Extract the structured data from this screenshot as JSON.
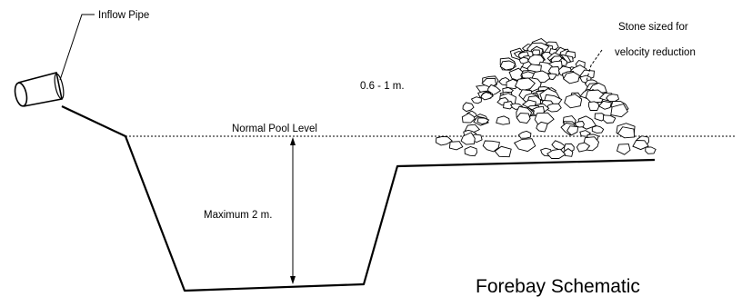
{
  "title": "Forebay Schematic",
  "labels": {
    "inflow_pipe": "Inflow Pipe",
    "normal_pool_level": "Normal Pool Level",
    "maximum_depth": "Maximum 2 m.",
    "stone_height": "0.6 - 1 m.",
    "stone_line1": "Stone sized for",
    "stone_line2": "velocity reduction"
  }
}
